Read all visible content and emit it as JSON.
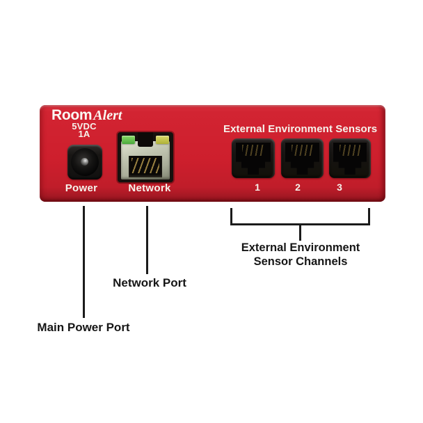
{
  "device": {
    "brand_room": "Room",
    "brand_alert": "Alert",
    "rating_line1": "5VDC",
    "rating_line2": "1A",
    "power_label": "Power",
    "network_label": "Network",
    "sensors_title": "External Environment Sensors",
    "sensor_jacks": [
      {
        "number": "1"
      },
      {
        "number": "2"
      },
      {
        "number": "3"
      }
    ]
  },
  "annotations": {
    "main_power": "Main Power Port",
    "network_port": "Network Port",
    "channels_line1": "External Environment",
    "channels_line2": "Sensor Channels"
  },
  "colors": {
    "device_red": "#ce1f2d",
    "device_edge_dark": "#8c151f",
    "panel_text": "#f6f3ec",
    "led_green": "#4aa93c",
    "led_amber": "#aeb138",
    "callout_line": "#1b1b1b",
    "callout_text": "#161616",
    "background": "#ffffff"
  }
}
